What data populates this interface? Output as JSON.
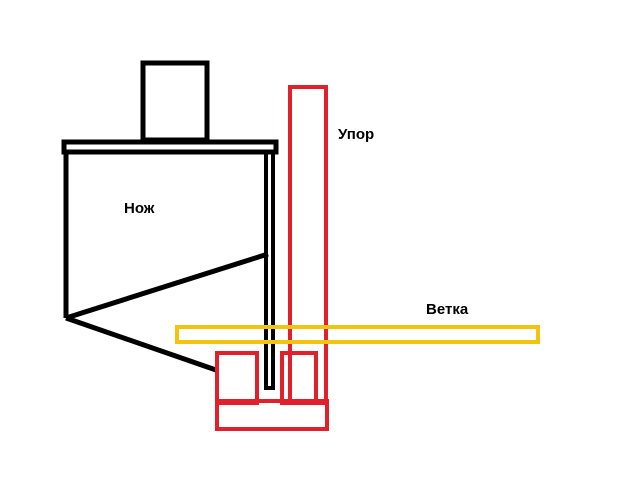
{
  "labels": {
    "knife": "Нож",
    "stop": "Упор",
    "branch": "Ветка"
  },
  "colors": {
    "knife": "#000000",
    "stop": "#e0202a",
    "branch": "#f2c40f",
    "background": "#ffffff"
  }
}
